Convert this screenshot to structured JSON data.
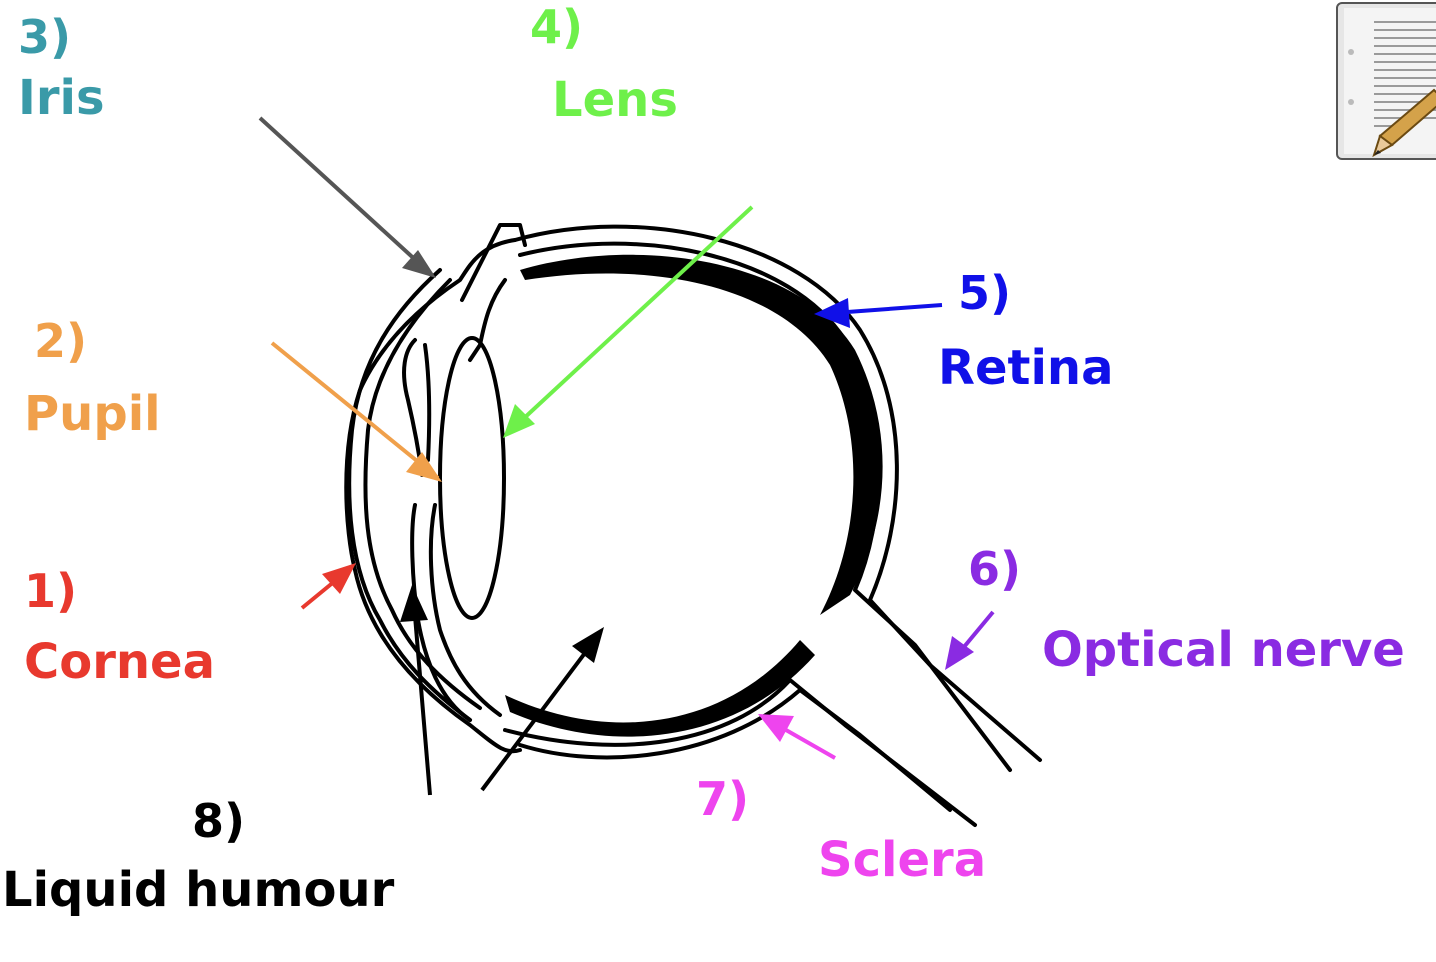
{
  "labels": {
    "cornea": {
      "number": "1)",
      "name": "Cornea",
      "color": "#e8392e"
    },
    "pupil": {
      "number": "2)",
      "name": "Pupil",
      "color": "#f0a04b"
    },
    "iris": {
      "number": "3)",
      "name": "Iris",
      "color": "#3a9aa8"
    },
    "lens": {
      "number": "4)",
      "name": "Lens",
      "color": "#6ef04a"
    },
    "retina": {
      "number": "5)",
      "name": "Retina",
      "color": "#1010e8"
    },
    "optical_nerve": {
      "number": "6)",
      "name": "Optical nerve",
      "color": "#8a2be2"
    },
    "sclera": {
      "number": "7)",
      "name": "Sclera",
      "color": "#ee44ee"
    },
    "liquid_humour": {
      "number": "8)",
      "name": "Liquid humour",
      "color": "#000000"
    }
  },
  "icons": {
    "corner": "document-edit-icon"
  }
}
